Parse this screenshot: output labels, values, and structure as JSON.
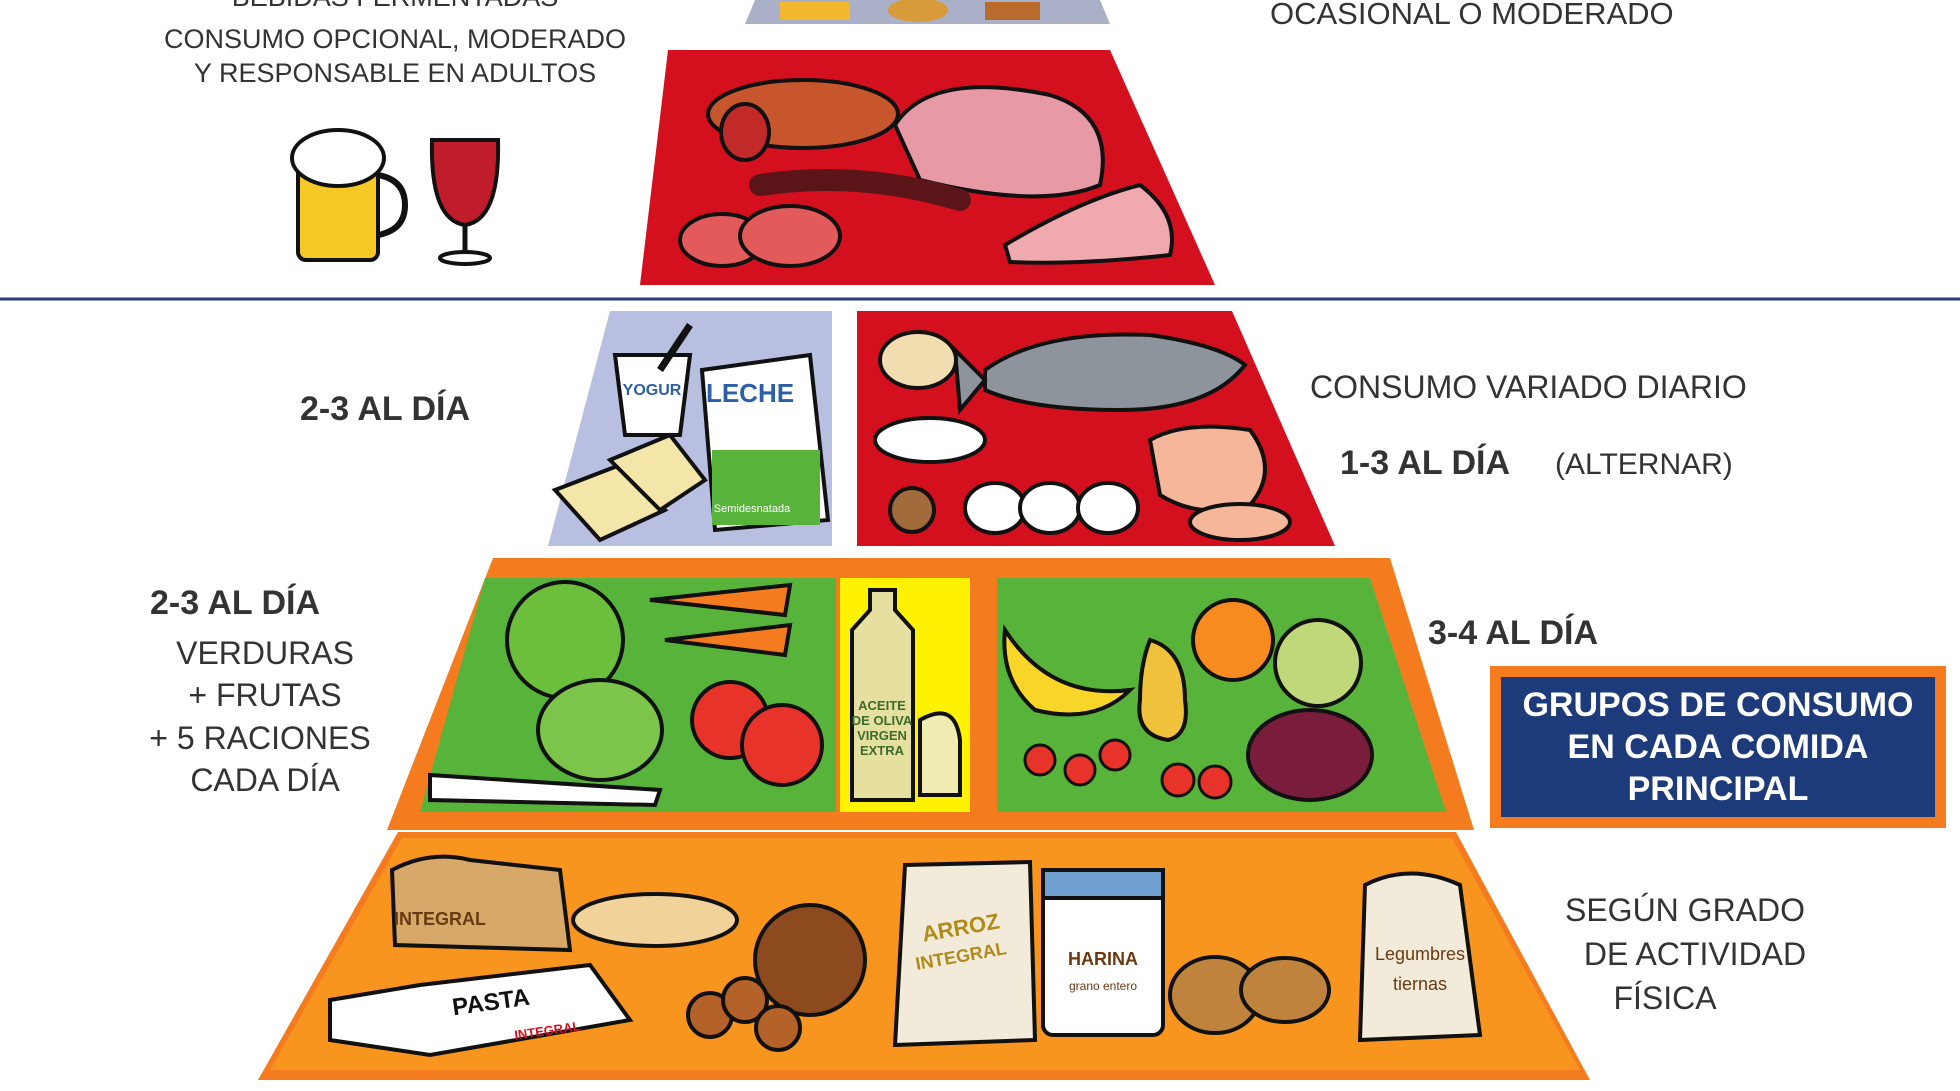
{
  "top": {
    "cutoff_title": "BEBIDAS FERMENTADAS",
    "bebidas_line1": "CONSUMO OPCIONAL, MODERADO",
    "bebidas_line2": "Y RESPONSABLE EN ADULTOS",
    "ocasional": "OCASIONAL O MODERADO"
  },
  "middle": {
    "lacteos_freq": "2-3  AL DÍA",
    "proteinas_line1": "CONSUMO VARIADO DIARIO",
    "proteinas_freq": "1-3  AL DÍA",
    "proteinas_note": "(ALTERNAR)"
  },
  "vegetables": {
    "freq": "2-3  AL DÍA",
    "line1": "VERDURAS",
    "line2": "+ FRUTAS",
    "line3": "+ 5 RACIONES",
    "line4": "CADA DÍA"
  },
  "fruits": {
    "freq": "3-4  AL DÍA"
  },
  "legend": {
    "text": "GRUPOS DE CONSUMO\nEN CADA COMIDA\nPRINCIPAL"
  },
  "base": {
    "line1": "SEGÚN GRADO",
    "line2": "DE ACTIVIDAD",
    "line3": "FÍSICA"
  },
  "food_labels": {
    "yogur": "YOGUR",
    "leche": "LECHE",
    "leche_sub": "Semidesnatada",
    "aceite": "ACEITE\nDE OLIVA\nVIRGEN\nEXTRA",
    "integral_bread": "INTEGRAL",
    "pasta": "PASTA",
    "pasta_sub": "INTEGRAL",
    "arroz": "ARROZ",
    "arroz_sub": "INTEGRAL",
    "harina": "HARINA",
    "harina_sub": "grano entero",
    "legumbres": "Legumbres",
    "legumbres_sub": "tiernas"
  },
  "colors": {
    "red": "#d4101f",
    "orange": "#f47c1f",
    "green": "#58b33b",
    "lavender": "#b9bfe0",
    "yellow": "#fff200",
    "navy": "#1d3b7a"
  }
}
